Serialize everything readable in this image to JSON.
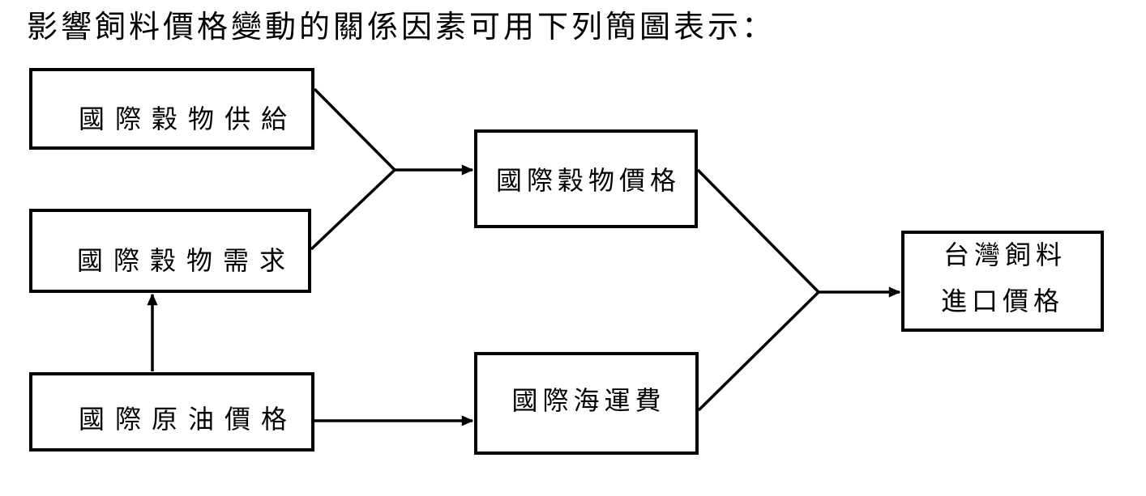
{
  "title": "影響飼料價格變動的關係因素可用下列簡圖表示：",
  "diagram": {
    "nodes": {
      "grain_supply": {
        "label": "國際穀物供給"
      },
      "grain_demand": {
        "label": "國際穀物需求"
      },
      "crude_oil_price": {
        "label": "國際原油價格"
      },
      "grain_price": {
        "label": "國際穀物價格"
      },
      "ocean_freight": {
        "label": "國際海運費"
      },
      "taiwan_feed_import": {
        "label": "台灣飼料\n進口價格"
      }
    },
    "edges": [
      {
        "from": "國際穀物供給",
        "to": "國際穀物價格"
      },
      {
        "from": "國際穀物需求",
        "to": "國際穀物價格"
      },
      {
        "from": "國際原油價格",
        "to": "國際穀物需求"
      },
      {
        "from": "國際原油價格",
        "to": "國際海運費"
      },
      {
        "from": "國際穀物價格",
        "to": "台灣飼料進口價格"
      },
      {
        "from": "國際海運費",
        "to": "台灣飼料進口價格"
      }
    ],
    "colors": {
      "line": "#000000",
      "text": "#000000",
      "background": "#ffffff"
    }
  }
}
